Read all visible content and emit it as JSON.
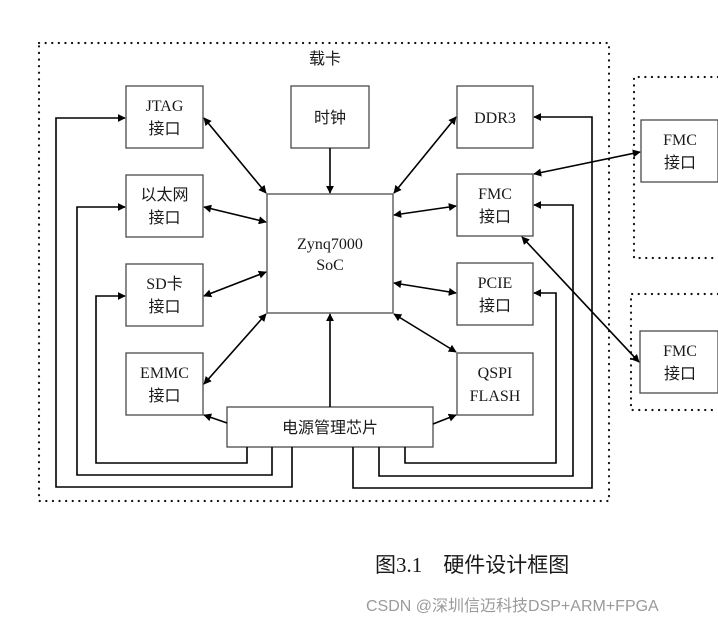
{
  "diagram": {
    "board_label": "载卡",
    "blocks": {
      "jtag": [
        "JTAG",
        "接口"
      ],
      "ethernet": [
        "以太网",
        "接口"
      ],
      "sd": [
        "SD卡",
        "接口"
      ],
      "emmc": [
        "EMMC",
        "接口"
      ],
      "clock": [
        "时钟"
      ],
      "soc": [
        "Zynq7000",
        "SoC"
      ],
      "ddr3": [
        "DDR3"
      ],
      "fmc": [
        "FMC",
        "接口"
      ],
      "pcie": [
        "PCIE",
        "接口"
      ],
      "qspi": [
        "QSPI",
        "FLASH"
      ],
      "power": [
        "电源管理芯片"
      ],
      "ext_fmc_1": [
        "FMC",
        "接口"
      ],
      "ext_fmc_2": [
        "FMC",
        "接口"
      ]
    },
    "connections": [
      {
        "from": "clock",
        "to": "soc",
        "type": "one-way"
      },
      {
        "from": "power",
        "to": "soc",
        "type": "one-way"
      },
      {
        "from": "jtag",
        "to": "soc",
        "type": "two-way"
      },
      {
        "from": "ethernet",
        "to": "soc",
        "type": "two-way"
      },
      {
        "from": "sd",
        "to": "soc",
        "type": "two-way"
      },
      {
        "from": "emmc",
        "to": "soc",
        "type": "two-way"
      },
      {
        "from": "ddr3",
        "to": "soc",
        "type": "two-way"
      },
      {
        "from": "fmc",
        "to": "soc",
        "type": "two-way"
      },
      {
        "from": "pcie",
        "to": "soc",
        "type": "two-way"
      },
      {
        "from": "qspi",
        "to": "soc",
        "type": "two-way"
      },
      {
        "from": "power",
        "to": "jtag",
        "type": "one-way"
      },
      {
        "from": "power",
        "to": "ethernet",
        "type": "one-way"
      },
      {
        "from": "power",
        "to": "sd",
        "type": "one-way"
      },
      {
        "from": "power",
        "to": "emmc",
        "type": "one-way"
      },
      {
        "from": "power",
        "to": "ddr3",
        "type": "one-way"
      },
      {
        "from": "power",
        "to": "fmc",
        "type": "one-way"
      },
      {
        "from": "power",
        "to": "pcie",
        "type": "one-way"
      },
      {
        "from": "power",
        "to": "qspi",
        "type": "one-way"
      },
      {
        "from": "fmc",
        "to": "ext_fmc_1",
        "type": "two-way"
      },
      {
        "from": "fmc",
        "to": "ext_fmc_2",
        "type": "two-way"
      }
    ]
  },
  "caption": "图3.1    硬件设计框图",
  "watermark": "CSDN @深圳信迈科技DSP+ARM+FPGA"
}
